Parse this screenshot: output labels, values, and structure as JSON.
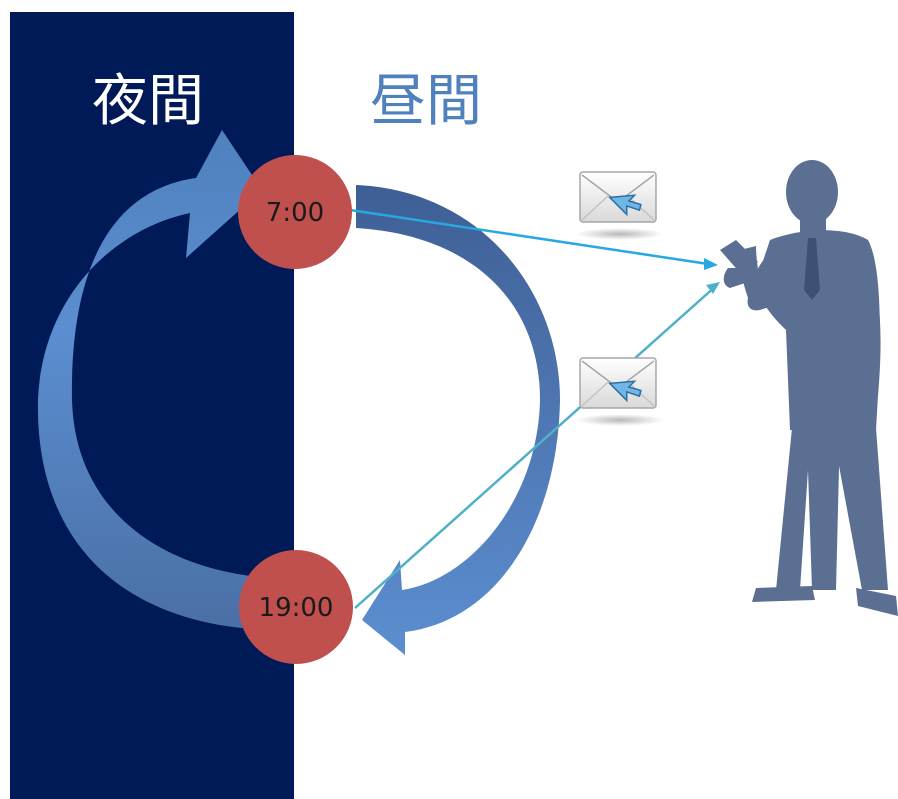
{
  "labels": {
    "night": "夜間",
    "day": "昼間"
  },
  "times": {
    "morning": "7:00",
    "evening": "19:00"
  },
  "colors": {
    "night_panel": "#001a57",
    "clock_circle": "#c0504d",
    "arrow_day": "#4f81bd",
    "arrow_night": "#5b8ed0",
    "message_line_top": "#29a7e1",
    "message_line_bottom": "#4fb0c6",
    "person": "#5b6f93"
  },
  "icons": [
    "envelope-icon",
    "cursor-icon",
    "businessman-figure"
  ]
}
